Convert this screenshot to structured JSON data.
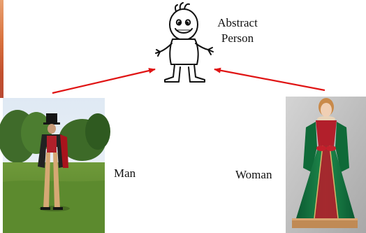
{
  "labels": {
    "abstract_line1": "Abstract",
    "abstract_line2": "Person",
    "man": "Man",
    "woman": "Woman"
  },
  "colors": {
    "arrow": "#e01414",
    "cartoon_stroke": "#111111"
  }
}
